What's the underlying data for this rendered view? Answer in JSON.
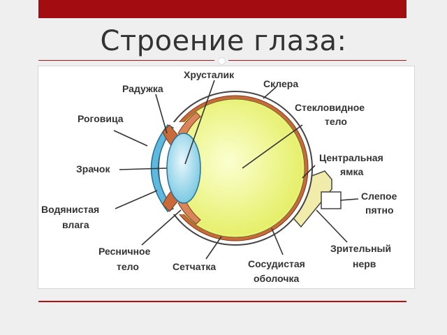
{
  "slide": {
    "title": "Строение глаза:"
  },
  "labels": {
    "lens": "Хрусталик",
    "iris": "Радужка",
    "sclera": "Склера",
    "vitreous_1": "Стекловидное",
    "vitreous_2": "тело",
    "cornea": "Роговица",
    "fovea_1": "Центральная",
    "fovea_2": "ямка",
    "pupil": "Зрачок",
    "blind_spot_1": "Слепое",
    "blind_spot_2": "пятно",
    "aqueous_1": "Водянистая",
    "aqueous_2": "влага",
    "optic_nerve_1": "Зрительный",
    "optic_nerve_2": "нерв",
    "ciliary_1": "Ресничное",
    "ciliary_2": "тело",
    "retina": "Сетчатка",
    "choroid_1": "Сосудистая",
    "choroid_2": "оболочка"
  },
  "colors": {
    "accent_bar": "#a30d12",
    "vitreous": "#eaf27a",
    "lens": "#8fd3ea",
    "cornea": "#5fb8dd",
    "choroid": "#c96a3a",
    "nerve": "#f1ecaa"
  }
}
